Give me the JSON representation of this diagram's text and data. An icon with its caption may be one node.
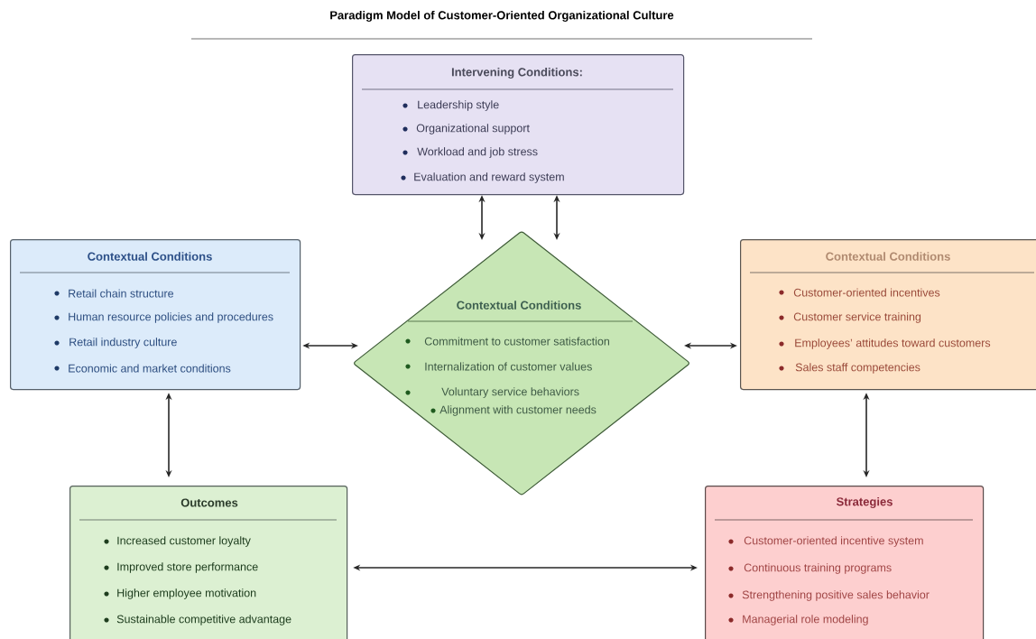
{
  "diagram": {
    "title": "Paradigm Model of Customer-Oriented Organizational Culture",
    "nodes": [
      {
        "text": [
          "Intervening Conditions:",
          "Leadership style",
          "Organizational support",
          "Workload and job stress",
          "Evaluation and reward system"
        ]
      },
      {
        "text": [
          "Contextual Conditions",
          "Retail chain structure",
          "Human resource policies and procedures",
          "Retail industry culture",
          "Economic and market conditions"
        ]
      },
      {
        "text": [
          "Contextual Conditions",
          "Commitment to customer satisfaction",
          "Internalization of customer values",
          "Voluntary service behaviors",
          "Alignment with customer needs"
        ]
      },
      {
        "text": [
          "Contextual Conditions",
          "Customer-oriented incentives",
          "Customer service training",
          "Employees’ attitudes toward customers",
          "Sales staff competencies"
        ]
      },
      {
        "text": [
          "Outcomes",
          "Increased customer loyalty",
          "Improved store performance",
          "Higher employee motivation",
          "Sustainable competitive advantage"
        ]
      },
      {
        "text": [
          "Strategies",
          "Customer-oriented incentive system",
          "Continuous training programs",
          "Strengthening positive sales behavior",
          "Managerial role modeling"
        ]
      }
    ],
    "edges": [
      {
        "from": 0,
        "to": 2,
        "arrow": "both"
      },
      {
        "from": 0,
        "to": 2,
        "arrow": "both"
      },
      {
        "from": 1,
        "to": 2,
        "arrow": "both"
      },
      {
        "from": 2,
        "to": 3,
        "arrow": "both"
      },
      {
        "from": 1,
        "to": 4,
        "arrow": "both"
      },
      {
        "from": 3,
        "to": 5,
        "arrow": "both"
      },
      {
        "from": 5,
        "to": 4,
        "arrow": "both"
      }
    ]
  }
}
